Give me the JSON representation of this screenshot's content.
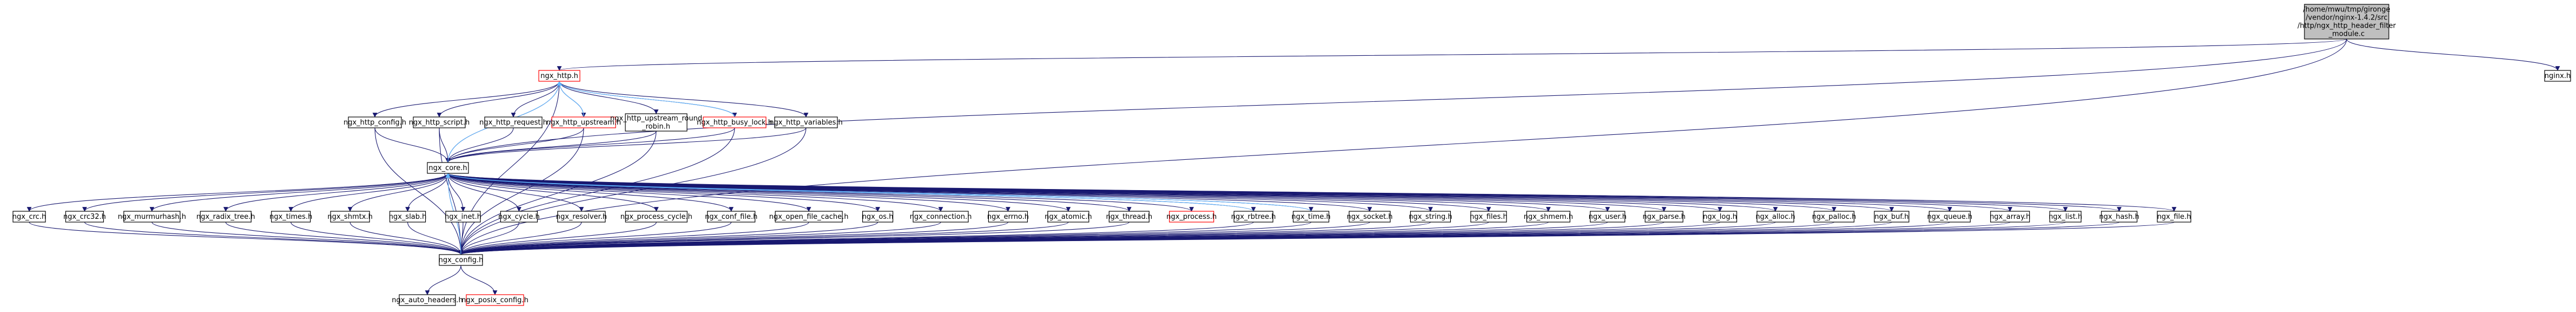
{
  "graph": {
    "root": "/home/mwu/tmp/gironge/vendor/nginx-1.4.2/src/http/ngx_http_header_filter_module.c",
    "nodes": [
      {
        "id": "root",
        "lines": [
          "/home/mwu/tmp/gironge",
          "/vendor/nginx-1.4.2/src",
          "/http/ngx_http_header_filter",
          "_module.c"
        ],
        "red": false,
        "root": true
      },
      {
        "id": "nginx_h",
        "lines": [
          "nginx.h"
        ]
      },
      {
        "id": "ngx_http_h",
        "lines": [
          "ngx_http.h"
        ],
        "red": true
      },
      {
        "id": "ngx_http_config_h",
        "lines": [
          "ngx_http_config.h"
        ]
      },
      {
        "id": "ngx_http_script_h",
        "lines": [
          "ngx_http_script.h"
        ]
      },
      {
        "id": "ngx_http_request_h",
        "lines": [
          "ngx_http_request.h"
        ]
      },
      {
        "id": "ngx_http_upstream_h",
        "lines": [
          "ngx_http_upstream.h"
        ],
        "red": true
      },
      {
        "id": "ngx_http_upstream_round_robin_h",
        "lines": [
          "ngx_http_upstream_round",
          "_robin.h"
        ]
      },
      {
        "id": "ngx_http_busy_lock_h",
        "lines": [
          "ngx_http_busy_lock.h"
        ],
        "red": true
      },
      {
        "id": "ngx_http_variables_h",
        "lines": [
          "ngx_http_variables.h"
        ]
      },
      {
        "id": "ngx_core_h",
        "lines": [
          "ngx_core.h"
        ]
      },
      {
        "id": "ngx_crc_h",
        "lines": [
          "ngx_crc.h"
        ]
      },
      {
        "id": "ngx_crc32_h",
        "lines": [
          "ngx_crc32.h"
        ]
      },
      {
        "id": "ngx_murmurhash_h",
        "lines": [
          "ngx_murmurhash.h"
        ]
      },
      {
        "id": "ngx_radix_tree_h",
        "lines": [
          "ngx_radix_tree.h"
        ]
      },
      {
        "id": "ngx_times_h",
        "lines": [
          "ngx_times.h"
        ]
      },
      {
        "id": "ngx_shmtx_h",
        "lines": [
          "ngx_shmtx.h"
        ]
      },
      {
        "id": "ngx_slab_h",
        "lines": [
          "ngx_slab.h"
        ]
      },
      {
        "id": "ngx_inet_h",
        "lines": [
          "ngx_inet.h"
        ]
      },
      {
        "id": "ngx_cycle_h",
        "lines": [
          "ngx_cycle.h"
        ]
      },
      {
        "id": "ngx_resolver_h",
        "lines": [
          "ngx_resolver.h"
        ]
      },
      {
        "id": "ngx_process_cycle_h",
        "lines": [
          "ngx_process_cycle.h"
        ]
      },
      {
        "id": "ngx_conf_file_h",
        "lines": [
          "ngx_conf_file.h"
        ]
      },
      {
        "id": "ngx_open_file_cache_h",
        "lines": [
          "ngx_open_file_cache.h"
        ]
      },
      {
        "id": "ngx_os_h",
        "lines": [
          "ngx_os.h"
        ]
      },
      {
        "id": "ngx_connection_h",
        "lines": [
          "ngx_connection.h"
        ]
      },
      {
        "id": "ngx_errno_h",
        "lines": [
          "ngx_errno.h"
        ]
      },
      {
        "id": "ngx_atomic_h",
        "lines": [
          "ngx_atomic.h"
        ]
      },
      {
        "id": "ngx_thread_h",
        "lines": [
          "ngx_thread.h"
        ]
      },
      {
        "id": "ngx_process_h",
        "lines": [
          "ngx_process.h"
        ],
        "red": true
      },
      {
        "id": "ngx_rbtree_h",
        "lines": [
          "ngx_rbtree.h"
        ]
      },
      {
        "id": "ngx_time_h",
        "lines": [
          "ngx_time.h"
        ]
      },
      {
        "id": "ngx_socket_h",
        "lines": [
          "ngx_socket.h"
        ]
      },
      {
        "id": "ngx_string_h",
        "lines": [
          "ngx_string.h"
        ]
      },
      {
        "id": "ngx_files_h",
        "lines": [
          "ngx_files.h"
        ]
      },
      {
        "id": "ngx_shmem_h",
        "lines": [
          "ngx_shmem.h"
        ]
      },
      {
        "id": "ngx_user_h",
        "lines": [
          "ngx_user.h"
        ]
      },
      {
        "id": "ngx_parse_h",
        "lines": [
          "ngx_parse.h"
        ]
      },
      {
        "id": "ngx_log_h",
        "lines": [
          "ngx_log.h"
        ]
      },
      {
        "id": "ngx_alloc_h",
        "lines": [
          "ngx_alloc.h"
        ]
      },
      {
        "id": "ngx_palloc_h",
        "lines": [
          "ngx_palloc.h"
        ]
      },
      {
        "id": "ngx_buf_h",
        "lines": [
          "ngx_buf.h"
        ]
      },
      {
        "id": "ngx_queue_h",
        "lines": [
          "ngx_queue.h"
        ]
      },
      {
        "id": "ngx_array_h",
        "lines": [
          "ngx_array.h"
        ]
      },
      {
        "id": "ngx_list_h",
        "lines": [
          "ngx_list.h"
        ]
      },
      {
        "id": "ngx_hash_h",
        "lines": [
          "ngx_hash.h"
        ]
      },
      {
        "id": "ngx_file_h",
        "lines": [
          "ngx_file.h"
        ]
      },
      {
        "id": "ngx_config_h",
        "lines": [
          "ngx_config.h"
        ]
      },
      {
        "id": "ngx_auto_headers_h",
        "lines": [
          "ngx_auto_headers.h"
        ]
      },
      {
        "id": "ngx_posix_config_h",
        "lines": [
          "ngx_posix_config.h"
        ],
        "red": true
      }
    ],
    "edges": [
      [
        "root",
        "nginx_h"
      ],
      [
        "root",
        "ngx_http_h"
      ],
      [
        "root",
        "ngx_core_h"
      ],
      [
        "root",
        "ngx_config_h"
      ],
      [
        "ngx_http_h",
        "ngx_http_config_h"
      ],
      [
        "ngx_http_h",
        "ngx_http_script_h"
      ],
      [
        "ngx_http_h",
        "ngx_http_request_h"
      ],
      [
        "ngx_http_h",
        "ngx_http_upstream_h"
      ],
      [
        "ngx_http_h",
        "ngx_http_upstream_round_robin_h"
      ],
      [
        "ngx_http_h",
        "ngx_http_busy_lock_h"
      ],
      [
        "ngx_http_h",
        "ngx_http_variables_h"
      ],
      [
        "ngx_http_h",
        "ngx_core_h"
      ],
      [
        "ngx_http_h",
        "ngx_config_h"
      ],
      [
        "ngx_http_config_h",
        "ngx_core_h"
      ],
      [
        "ngx_http_config_h",
        "ngx_config_h"
      ],
      [
        "ngx_http_script_h",
        "ngx_core_h"
      ],
      [
        "ngx_http_script_h",
        "ngx_config_h"
      ],
      [
        "ngx_http_request_h",
        "ngx_core_h"
      ],
      [
        "ngx_http_upstream_h",
        "ngx_core_h"
      ],
      [
        "ngx_http_upstream_h",
        "ngx_config_h"
      ],
      [
        "ngx_http_upstream_round_robin_h",
        "ngx_core_h"
      ],
      [
        "ngx_http_upstream_round_robin_h",
        "ngx_config_h"
      ],
      [
        "ngx_http_busy_lock_h",
        "ngx_core_h"
      ],
      [
        "ngx_http_busy_lock_h",
        "ngx_config_h"
      ],
      [
        "ngx_http_variables_h",
        "ngx_core_h"
      ],
      [
        "ngx_http_variables_h",
        "ngx_config_h"
      ],
      [
        "ngx_core_h",
        "ngx_crc_h"
      ],
      [
        "ngx_core_h",
        "ngx_crc32_h"
      ],
      [
        "ngx_core_h",
        "ngx_murmurhash_h"
      ],
      [
        "ngx_core_h",
        "ngx_radix_tree_h"
      ],
      [
        "ngx_core_h",
        "ngx_times_h"
      ],
      [
        "ngx_core_h",
        "ngx_shmtx_h"
      ],
      [
        "ngx_core_h",
        "ngx_slab_h"
      ],
      [
        "ngx_core_h",
        "ngx_inet_h"
      ],
      [
        "ngx_core_h",
        "ngx_cycle_h"
      ],
      [
        "ngx_core_h",
        "ngx_resolver_h"
      ],
      [
        "ngx_core_h",
        "ngx_process_cycle_h"
      ],
      [
        "ngx_core_h",
        "ngx_conf_file_h"
      ],
      [
        "ngx_core_h",
        "ngx_open_file_cache_h"
      ],
      [
        "ngx_core_h",
        "ngx_os_h"
      ],
      [
        "ngx_core_h",
        "ngx_connection_h"
      ],
      [
        "ngx_core_h",
        "ngx_errno_h"
      ],
      [
        "ngx_core_h",
        "ngx_atomic_h"
      ],
      [
        "ngx_core_h",
        "ngx_thread_h"
      ],
      [
        "ngx_core_h",
        "ngx_process_h"
      ],
      [
        "ngx_core_h",
        "ngx_rbtree_h"
      ],
      [
        "ngx_core_h",
        "ngx_time_h"
      ],
      [
        "ngx_core_h",
        "ngx_socket_h"
      ],
      [
        "ngx_core_h",
        "ngx_string_h"
      ],
      [
        "ngx_core_h",
        "ngx_files_h"
      ],
      [
        "ngx_core_h",
        "ngx_shmem_h"
      ],
      [
        "ngx_core_h",
        "ngx_user_h"
      ],
      [
        "ngx_core_h",
        "ngx_parse_h"
      ],
      [
        "ngx_core_h",
        "ngx_log_h"
      ],
      [
        "ngx_core_h",
        "ngx_alloc_h"
      ],
      [
        "ngx_core_h",
        "ngx_palloc_h"
      ],
      [
        "ngx_core_h",
        "ngx_buf_h"
      ],
      [
        "ngx_core_h",
        "ngx_queue_h"
      ],
      [
        "ngx_core_h",
        "ngx_array_h"
      ],
      [
        "ngx_core_h",
        "ngx_list_h"
      ],
      [
        "ngx_core_h",
        "ngx_hash_h"
      ],
      [
        "ngx_core_h",
        "ngx_file_h"
      ],
      [
        "ngx_core_h",
        "ngx_config_h"
      ],
      [
        "ngx_crc_h",
        "ngx_config_h"
      ],
      [
        "ngx_crc32_h",
        "ngx_config_h"
      ],
      [
        "ngx_murmurhash_h",
        "ngx_config_h"
      ],
      [
        "ngx_radix_tree_h",
        "ngx_config_h"
      ],
      [
        "ngx_times_h",
        "ngx_config_h"
      ],
      [
        "ngx_shmtx_h",
        "ngx_config_h"
      ],
      [
        "ngx_slab_h",
        "ngx_config_h"
      ],
      [
        "ngx_inet_h",
        "ngx_config_h"
      ],
      [
        "ngx_cycle_h",
        "ngx_config_h"
      ],
      [
        "ngx_resolver_h",
        "ngx_config_h"
      ],
      [
        "ngx_process_cycle_h",
        "ngx_config_h"
      ],
      [
        "ngx_conf_file_h",
        "ngx_config_h"
      ],
      [
        "ngx_open_file_cache_h",
        "ngx_config_h"
      ],
      [
        "ngx_os_h",
        "ngx_config_h"
      ],
      [
        "ngx_connection_h",
        "ngx_config_h"
      ],
      [
        "ngx_errno_h",
        "ngx_config_h"
      ],
      [
        "ngx_atomic_h",
        "ngx_config_h"
      ],
      [
        "ngx_thread_h",
        "ngx_config_h"
      ],
      [
        "ngx_rbtree_h",
        "ngx_config_h"
      ],
      [
        "ngx_time_h",
        "ngx_config_h"
      ],
      [
        "ngx_socket_h",
        "ngx_config_h"
      ],
      [
        "ngx_string_h",
        "ngx_config_h"
      ],
      [
        "ngx_files_h",
        "ngx_config_h"
      ],
      [
        "ngx_shmem_h",
        "ngx_config_h"
      ],
      [
        "ngx_user_h",
        "ngx_config_h"
      ],
      [
        "ngx_parse_h",
        "ngx_config_h"
      ],
      [
        "ngx_log_h",
        "ngx_config_h"
      ],
      [
        "ngx_alloc_h",
        "ngx_config_h"
      ],
      [
        "ngx_palloc_h",
        "ngx_config_h"
      ],
      [
        "ngx_buf_h",
        "ngx_config_h"
      ],
      [
        "ngx_queue_h",
        "ngx_config_h"
      ],
      [
        "ngx_array_h",
        "ngx_config_h"
      ],
      [
        "ngx_list_h",
        "ngx_config_h"
      ],
      [
        "ngx_hash_h",
        "ngx_config_h"
      ],
      [
        "ngx_file_h",
        "ngx_config_h"
      ],
      [
        "ngx_config_h",
        "ngx_auto_headers_h"
      ],
      [
        "ngx_config_h",
        "ngx_posix_config_h"
      ]
    ],
    "back_edges": [
      [
        "ngx_core_h",
        "ngx_http_h"
      ],
      [
        "ngx_config_h",
        "ngx_core_h"
      ],
      [
        "ngx_http_upstream_h",
        "ngx_http_h"
      ],
      [
        "ngx_http_busy_lock_h",
        "ngx_http_h"
      ],
      [
        "ngx_rbtree_h",
        "ngx_core_h"
      ],
      [
        "ngx_time_h",
        "ngx_core_h"
      ]
    ],
    "colors": {
      "edge": "#191970",
      "back_edge": "#63b8ff",
      "red_border": "#ff0000",
      "root_fill": "#bfbfbf"
    }
  }
}
